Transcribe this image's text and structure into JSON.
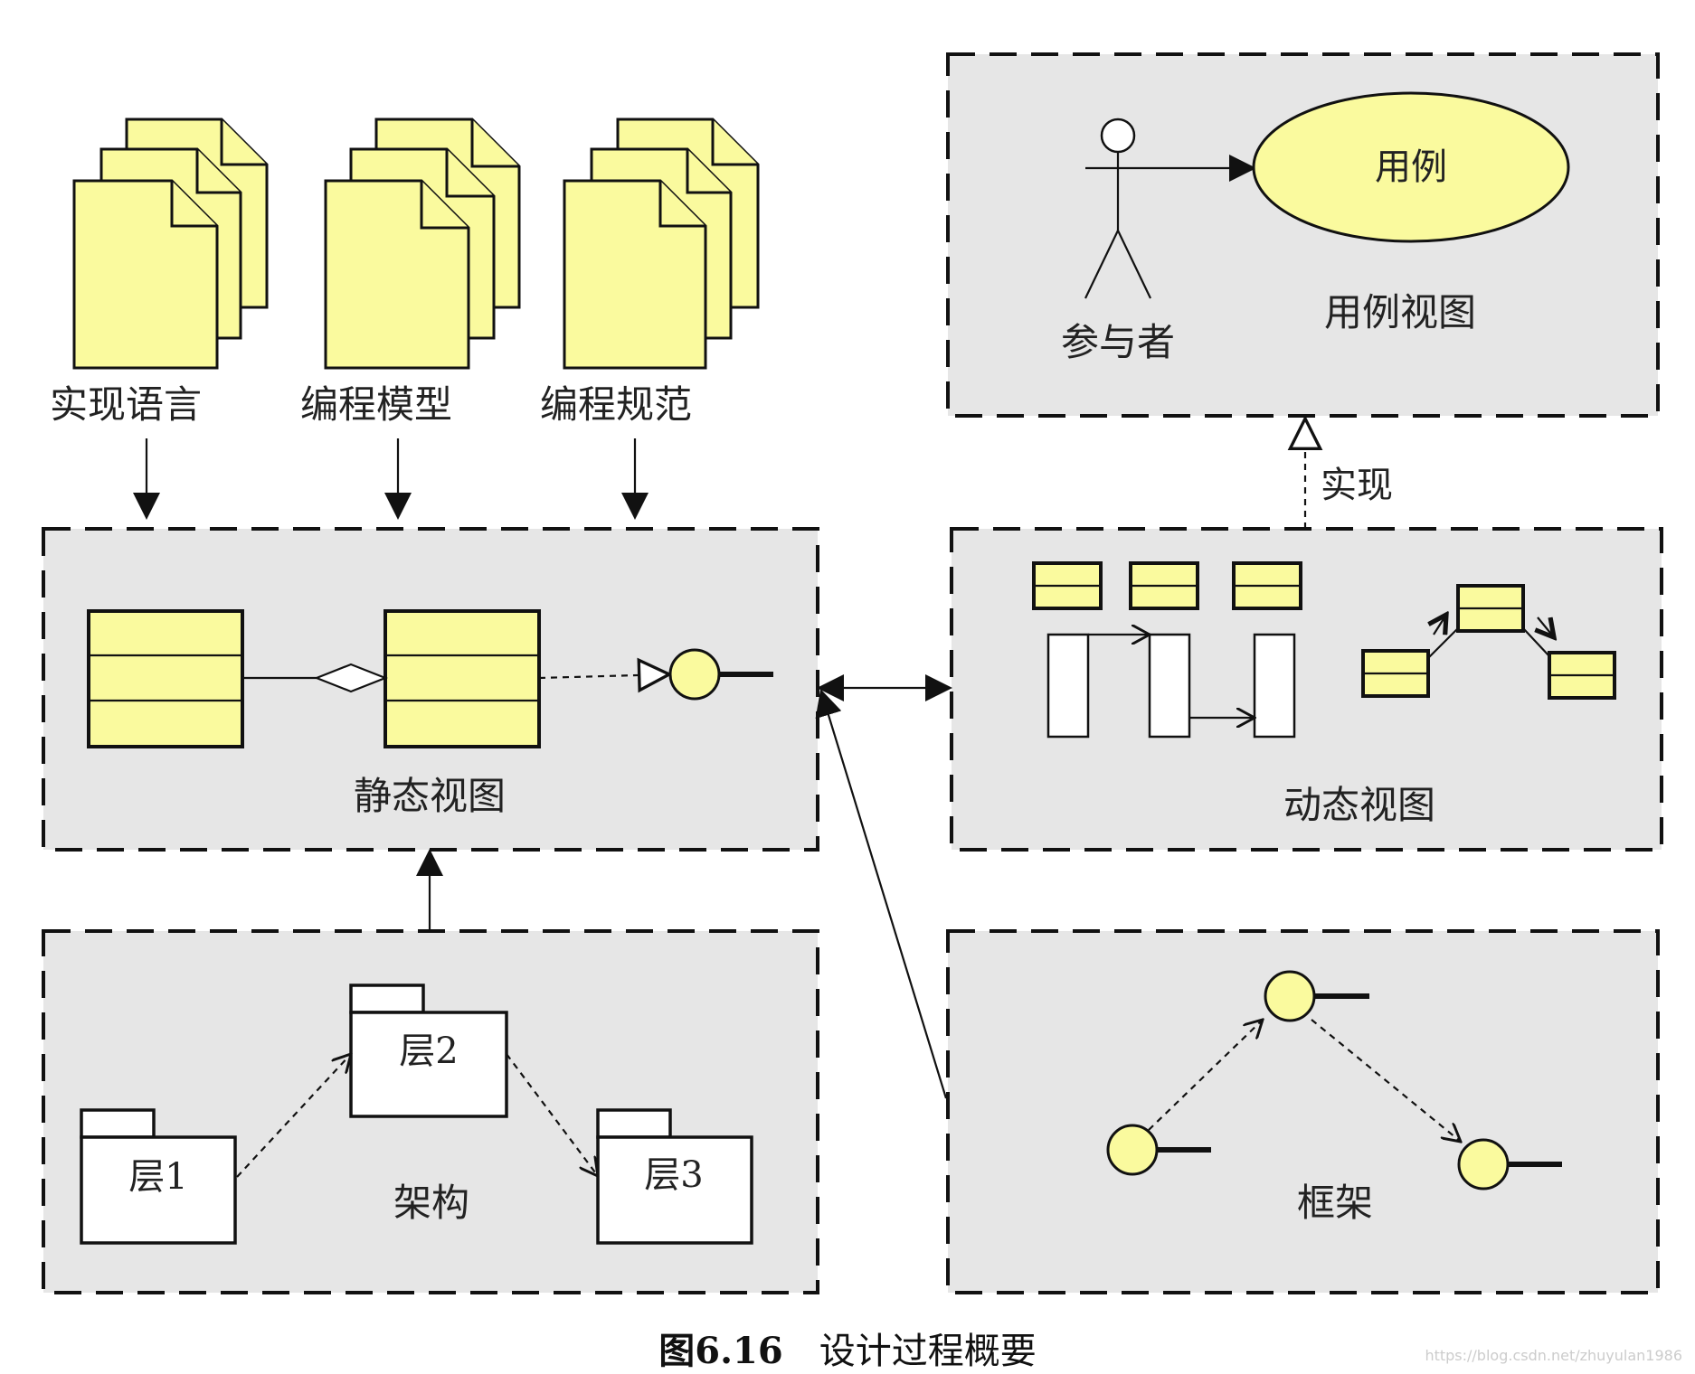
{
  "documents": [
    {
      "label": "实现语言"
    },
    {
      "label": "编程模型"
    },
    {
      "label": "编程规范"
    }
  ],
  "panels": {
    "static_view": {
      "label": "静态视图"
    },
    "dynamic_view": {
      "label": "动态视图"
    },
    "use_case_view": {
      "label": "用例视图",
      "actor_label": "参与者",
      "usecase_label": "用例"
    },
    "architecture": {
      "label": "架构",
      "packages": [
        "层1",
        "层2",
        "层3"
      ]
    },
    "framework": {
      "label": "框架"
    }
  },
  "relations": {
    "realize_label": "实现"
  },
  "caption": {
    "number": "图6.16",
    "title": "设计过程概要"
  },
  "watermark": "https://blog.csdn.net/zhuyulan1986",
  "colors": {
    "fill_yellow": "#fafa9e",
    "panel_gray": "#e6e6e6",
    "line": "#111111"
  }
}
